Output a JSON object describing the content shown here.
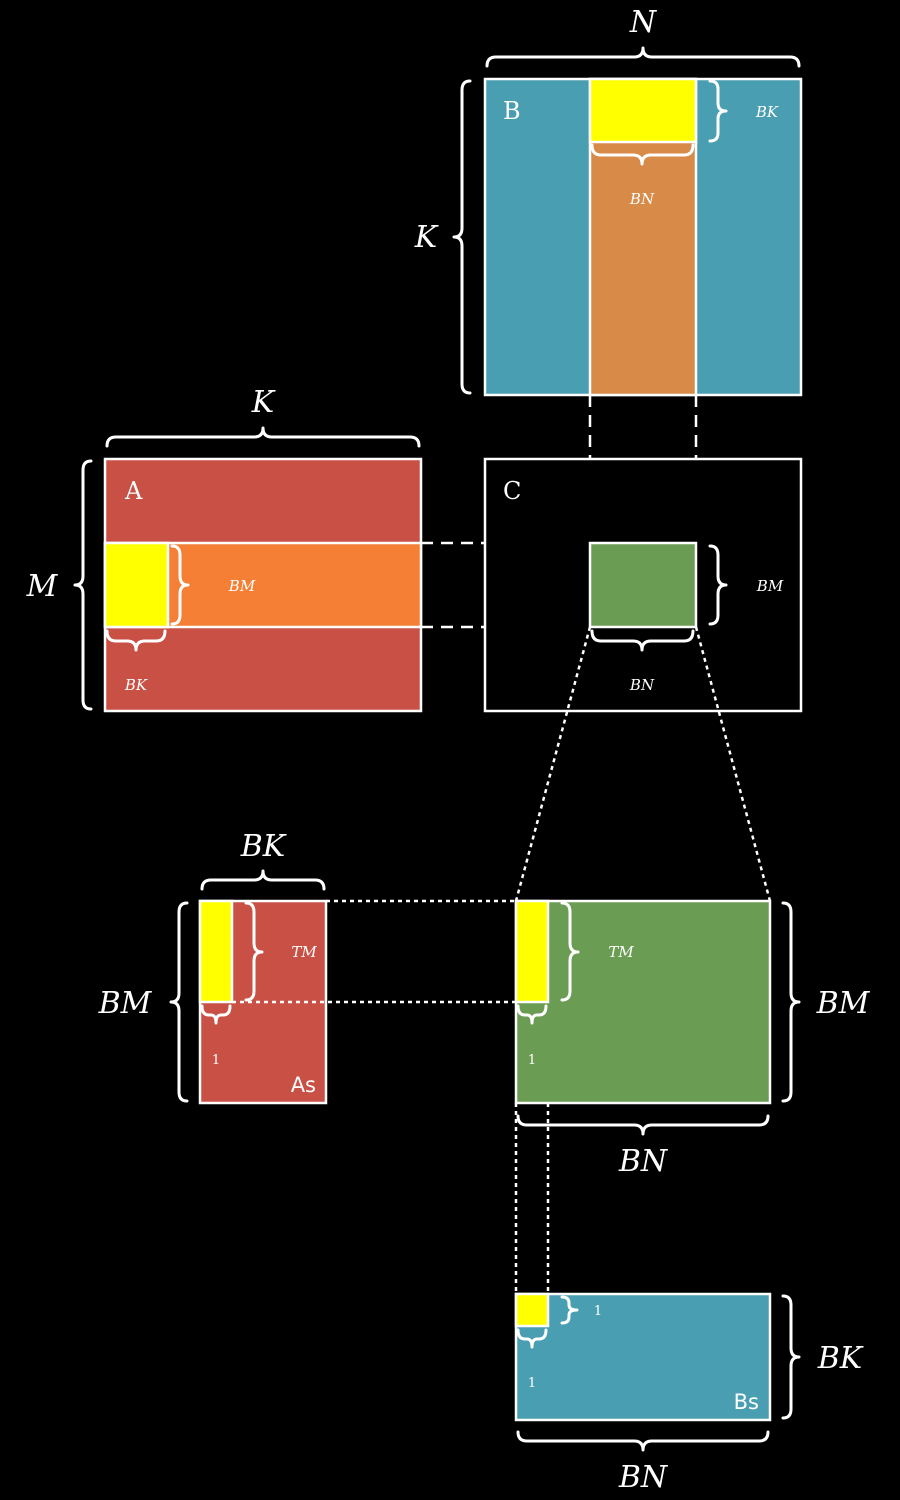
{
  "colors": {
    "background": "#000000",
    "red": "#c85045",
    "orange": "#f47f35",
    "blue": "#4a9eb1",
    "brown_orange": "#d88a48",
    "green": "#6b9c53",
    "yellow": "#ffff00",
    "stroke": "#ffffff"
  },
  "matrix_b": {
    "name": "B",
    "width_label": "N",
    "height_label": "K",
    "tile_height_label": "BK",
    "tile_width_label": "BN"
  },
  "matrix_a": {
    "name": "A",
    "width_label": "K",
    "height_label": "M",
    "tile_height_label": "BM",
    "tile_width_label": "BK"
  },
  "matrix_c": {
    "name": "C",
    "tile_height_label": "BM",
    "tile_width_label": "BN"
  },
  "shared_as": {
    "name": "As",
    "width_label": "BK",
    "height_label": "BM",
    "thread_height_label": "TM",
    "thread_width_label": "1"
  },
  "c_tile": {
    "height_label": "BM",
    "width_label": "BN",
    "thread_height_label": "TM",
    "thread_width_label": "1"
  },
  "shared_bs": {
    "name": "Bs",
    "width_label": "BN",
    "height_label": "BK",
    "thread_height_label": "1",
    "thread_width_label": "1"
  }
}
